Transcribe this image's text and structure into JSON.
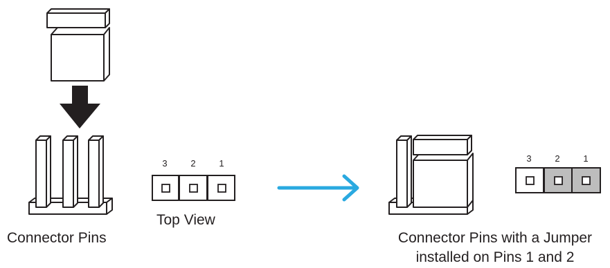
{
  "left_figure": {
    "caption": "Connector Pins"
  },
  "top_view": {
    "caption": "Top View",
    "pin_numbers": [
      "3",
      "2",
      "1"
    ]
  },
  "right_figure": {
    "caption_line1": "Connector Pins with a Jumper",
    "caption_line2": "installed on Pins 1 and 2",
    "pin_numbers": [
      "3",
      "2",
      "1"
    ]
  },
  "colors": {
    "stroke": "#231f20",
    "arrow_black": "#231f20",
    "arrow_blue": "#2aa9e0",
    "jumper_fill": "#bdbdbd"
  },
  "icons": {
    "down_arrow": "down-arrow-icon",
    "right_arrow": "right-arrow-icon"
  }
}
